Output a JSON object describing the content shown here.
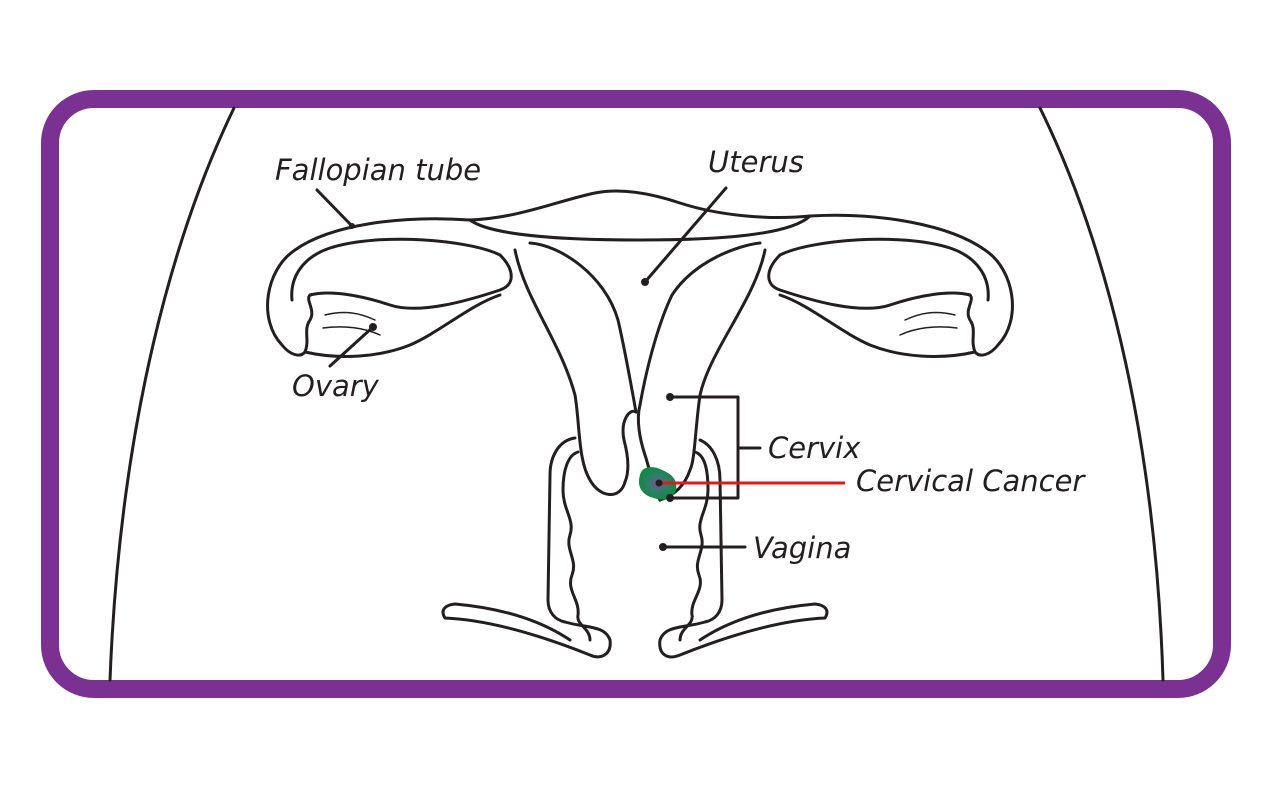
{
  "labels": {
    "fallopian_tube": "Fallopian tube",
    "uterus": "Uterus",
    "ovary": "Ovary",
    "cervix": "Cervix",
    "cervical_cancer": "Cervical Cancer",
    "vagina": "Vagina"
  },
  "colors": {
    "frame": "#7b3192",
    "outline": "#231f20",
    "tumor": "#0f8a3c",
    "tumor_core": "#8a4a9e",
    "pointer_highlight": "#e4161f"
  },
  "icons": {
    "tumor": "cervical-tumor-blob"
  }
}
